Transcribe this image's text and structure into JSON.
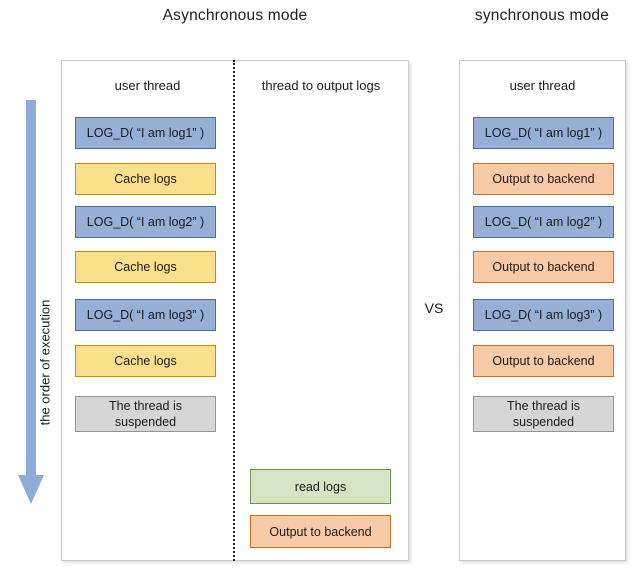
{
  "titles": {
    "async": "Asynchronous\nmode",
    "sync": "synchronous\nmode",
    "vs": "VS"
  },
  "axis": {
    "arrow_label": "the order of execution",
    "arrow_color": "#8fabd8",
    "arrow_direction": "down"
  },
  "panels": {
    "async": {
      "columns": [
        {
          "header": "user thread",
          "blocks": [
            {
              "label": "LOG_D( “I am log1” )",
              "color": "blue",
              "hex": "#95afd5"
            },
            {
              "label": "Cache logs",
              "color": "yellow",
              "hex": "#fbe08c"
            },
            {
              "label": "LOG_D( “I am log2” )",
              "color": "blue",
              "hex": "#95afd5"
            },
            {
              "label": "Cache logs",
              "color": "yellow",
              "hex": "#fbe08c"
            },
            {
              "label": "LOG_D( “I am log3” )",
              "color": "blue",
              "hex": "#95afd5"
            },
            {
              "label": "Cache logs",
              "color": "yellow",
              "hex": "#fbe08c"
            },
            {
              "label": "The thread is\nsuspended",
              "color": "gray",
              "hex": "#d6d6d6"
            }
          ]
        },
        {
          "header": "thread to output logs",
          "blocks": [
            {
              "label": "read logs",
              "color": "green",
              "hex": "#d7e4c3"
            },
            {
              "label": "Output to backend",
              "color": "orange",
              "hex": "#f8caa6"
            }
          ]
        }
      ]
    },
    "sync": {
      "columns": [
        {
          "header": "user thread",
          "blocks": [
            {
              "label": "LOG_D( “I am log1” )",
              "color": "blue",
              "hex": "#95afd5"
            },
            {
              "label": "Output to backend",
              "color": "orange",
              "hex": "#f8caa6"
            },
            {
              "label": "LOG_D( “I am log2” )",
              "color": "blue",
              "hex": "#95afd5"
            },
            {
              "label": "Output to backend",
              "color": "orange",
              "hex": "#f8caa6"
            },
            {
              "label": "LOG_D( “I am log3” )",
              "color": "blue",
              "hex": "#95afd5"
            },
            {
              "label": "Output to backend",
              "color": "orange",
              "hex": "#f8caa6"
            },
            {
              "label": "The thread is\nsuspended",
              "color": "gray",
              "hex": "#d6d6d6"
            }
          ]
        }
      ]
    }
  }
}
